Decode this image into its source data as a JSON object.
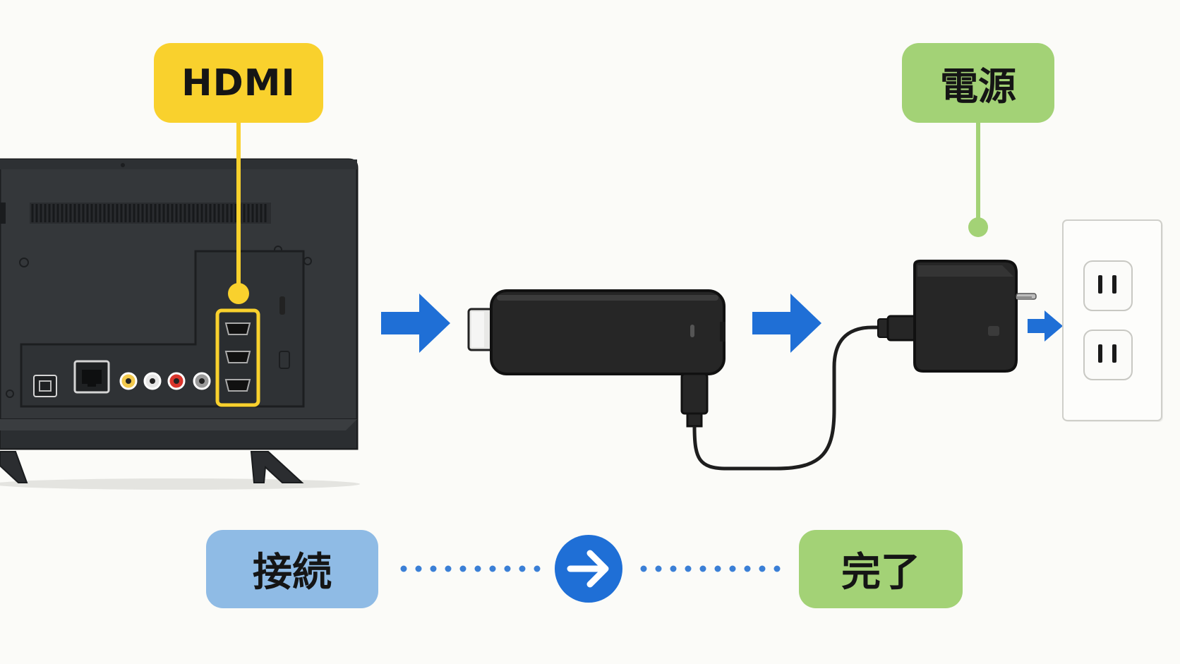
{
  "labels": {
    "hdmi": "HDMI",
    "power": "電源",
    "connect": "接続",
    "done": "完了"
  },
  "colors": {
    "background": "#fbfbf8",
    "hdmi_yellow": "#f9d12d",
    "power_green": "#a3d276",
    "connect_blue": "#8fbbe5",
    "arrow_blue": "#1f6fd6",
    "device_black": "#262626",
    "tv_body": "#34373a"
  },
  "icons": {
    "step_arrow": "arrow-right-icon",
    "flow_arrow": "circle-arrow-right-icon"
  }
}
